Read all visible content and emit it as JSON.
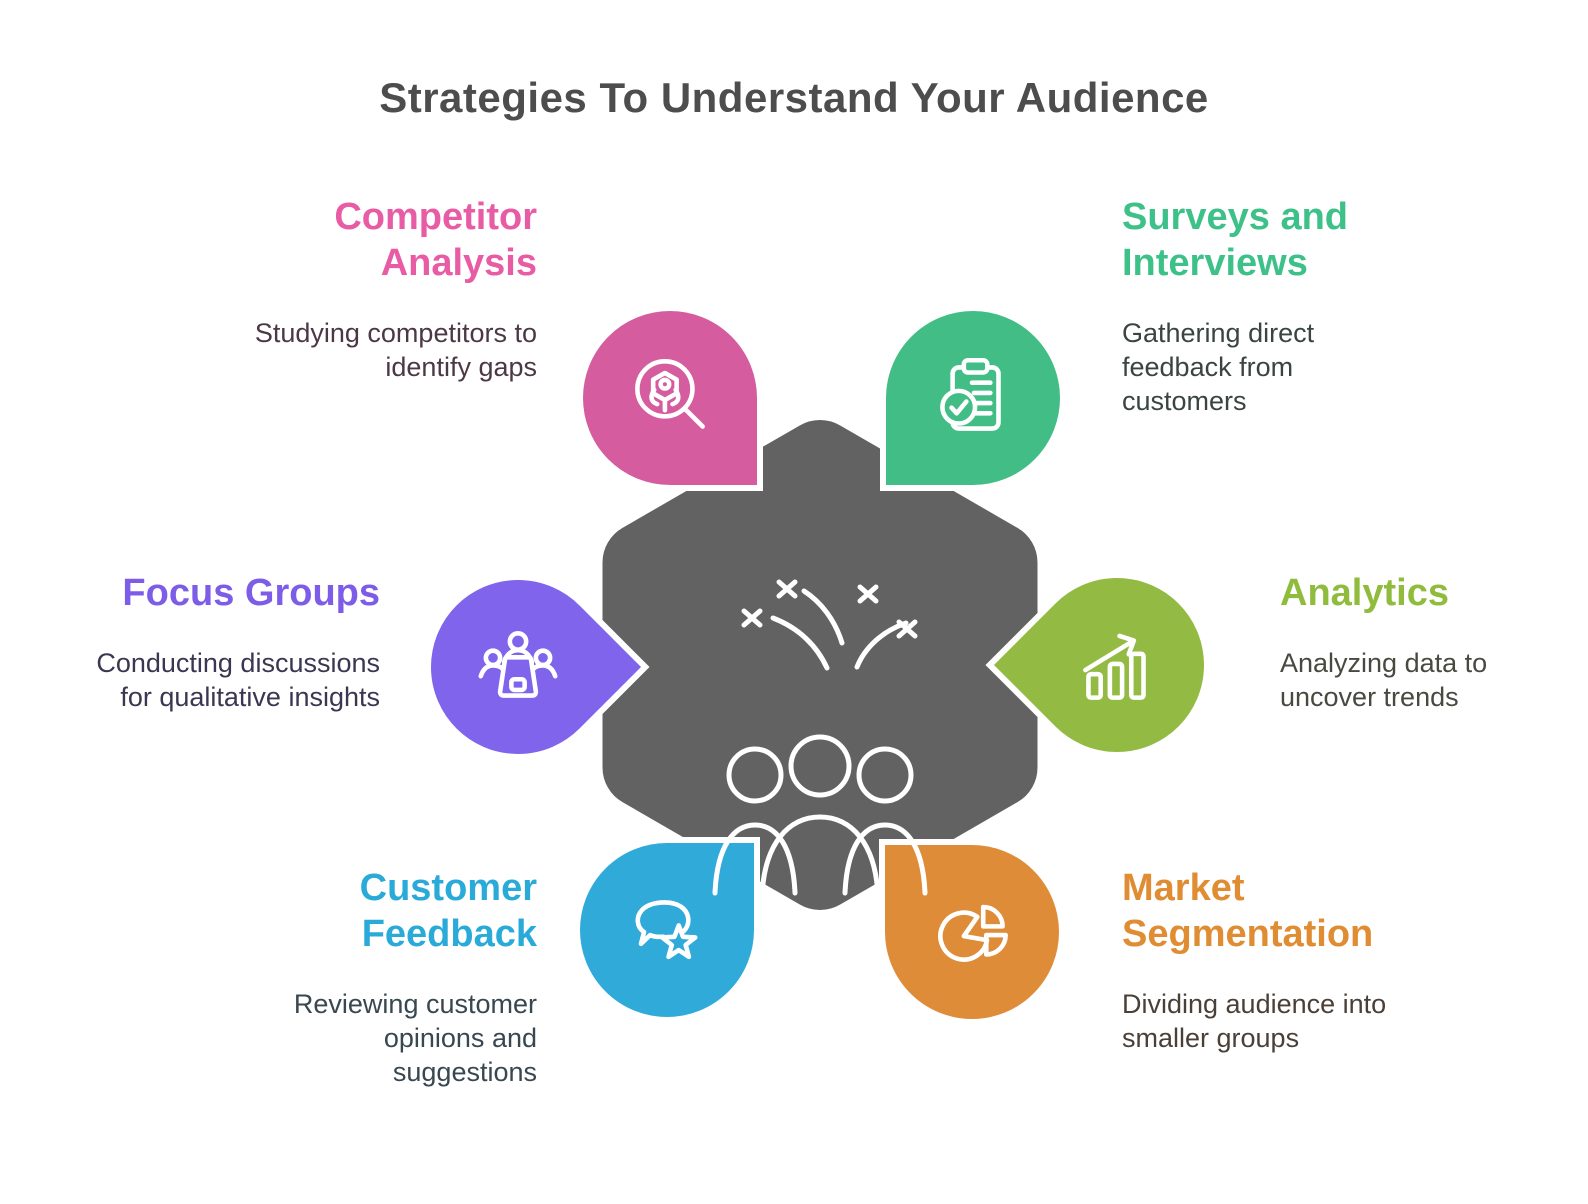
{
  "title": {
    "text": "Strategies To Understand Your Audience",
    "color": "#4d4d4d"
  },
  "center": {
    "color": "#626262",
    "icon": "audience-celebration-icon"
  },
  "strategies": [
    {
      "id": "competitor-analysis",
      "label": "Competitor\nAnalysis",
      "description": "Studying competitors to\nidentify gaps",
      "color": "#d55c9f",
      "heading_color": "#e85ca6",
      "desc_color": "#4c3845",
      "icon": "magnifier-robot-icon",
      "position": "top-left"
    },
    {
      "id": "surveys-interviews",
      "label": "Surveys and\nInterviews",
      "description": "Gathering direct\nfeedback from\ncustomers",
      "color": "#41bd85",
      "heading_color": "#3ec189",
      "desc_color": "#3a4540",
      "icon": "clipboard-check-icon",
      "position": "top-right"
    },
    {
      "id": "focus-groups",
      "label": "Focus Groups",
      "description": "Conducting discussions\nfor qualitative insights",
      "color": "#8064eb",
      "heading_color": "#7d5ce8",
      "desc_color": "#3b3651",
      "icon": "meeting-table-icon",
      "position": "left"
    },
    {
      "id": "analytics",
      "label": "Analytics",
      "description": "Analyzing data to\nuncover trends",
      "color": "#93bb44",
      "heading_color": "#8fbc3c",
      "desc_color": "#494a3f",
      "icon": "growth-chart-icon",
      "position": "right"
    },
    {
      "id": "customer-feedback",
      "label": "Customer\nFeedback",
      "description": "Reviewing customer\nopinions and\nsuggestions",
      "color": "#2faad9",
      "heading_color": "#2aaad8",
      "desc_color": "#384750",
      "icon": "chat-star-icon",
      "position": "bottom-left"
    },
    {
      "id": "market-segmentation",
      "label": "Market\nSegmentation",
      "description": "Dividing audience into\nsmaller groups",
      "color": "#df8c38",
      "heading_color": "#e08c33",
      "desc_color": "#4b4037",
      "icon": "pie-chart-icon",
      "position": "bottom-right"
    }
  ]
}
